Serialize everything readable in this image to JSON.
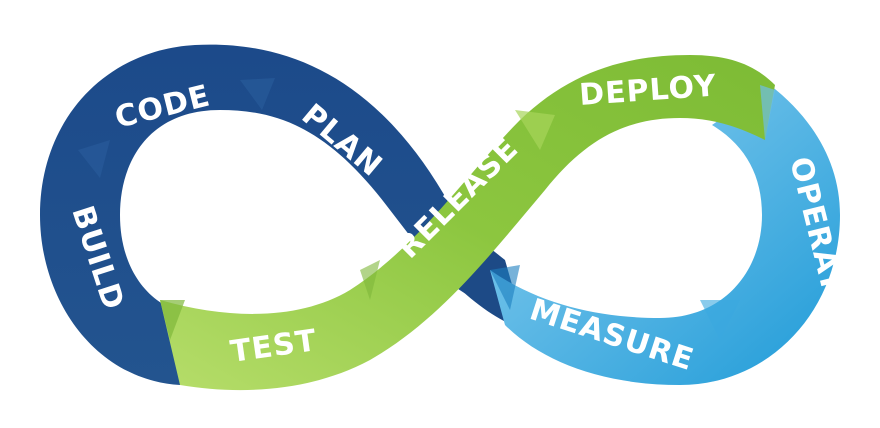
{
  "stages": {
    "code": "CODE",
    "plan": "PLAN",
    "build": "BUILD",
    "test": "TEST",
    "release": "RELEASE",
    "deploy": "DEPLOY",
    "operate": "OPERATE",
    "measure": "MEASURE"
  },
  "colors": {
    "dark_blue": "#1d4a86",
    "dark_blue_light": "#2c62a3",
    "green": "#8cc63f",
    "green_light": "#b8df6a",
    "light_blue": "#29a3dd",
    "light_blue_light": "#8fd0f0"
  }
}
